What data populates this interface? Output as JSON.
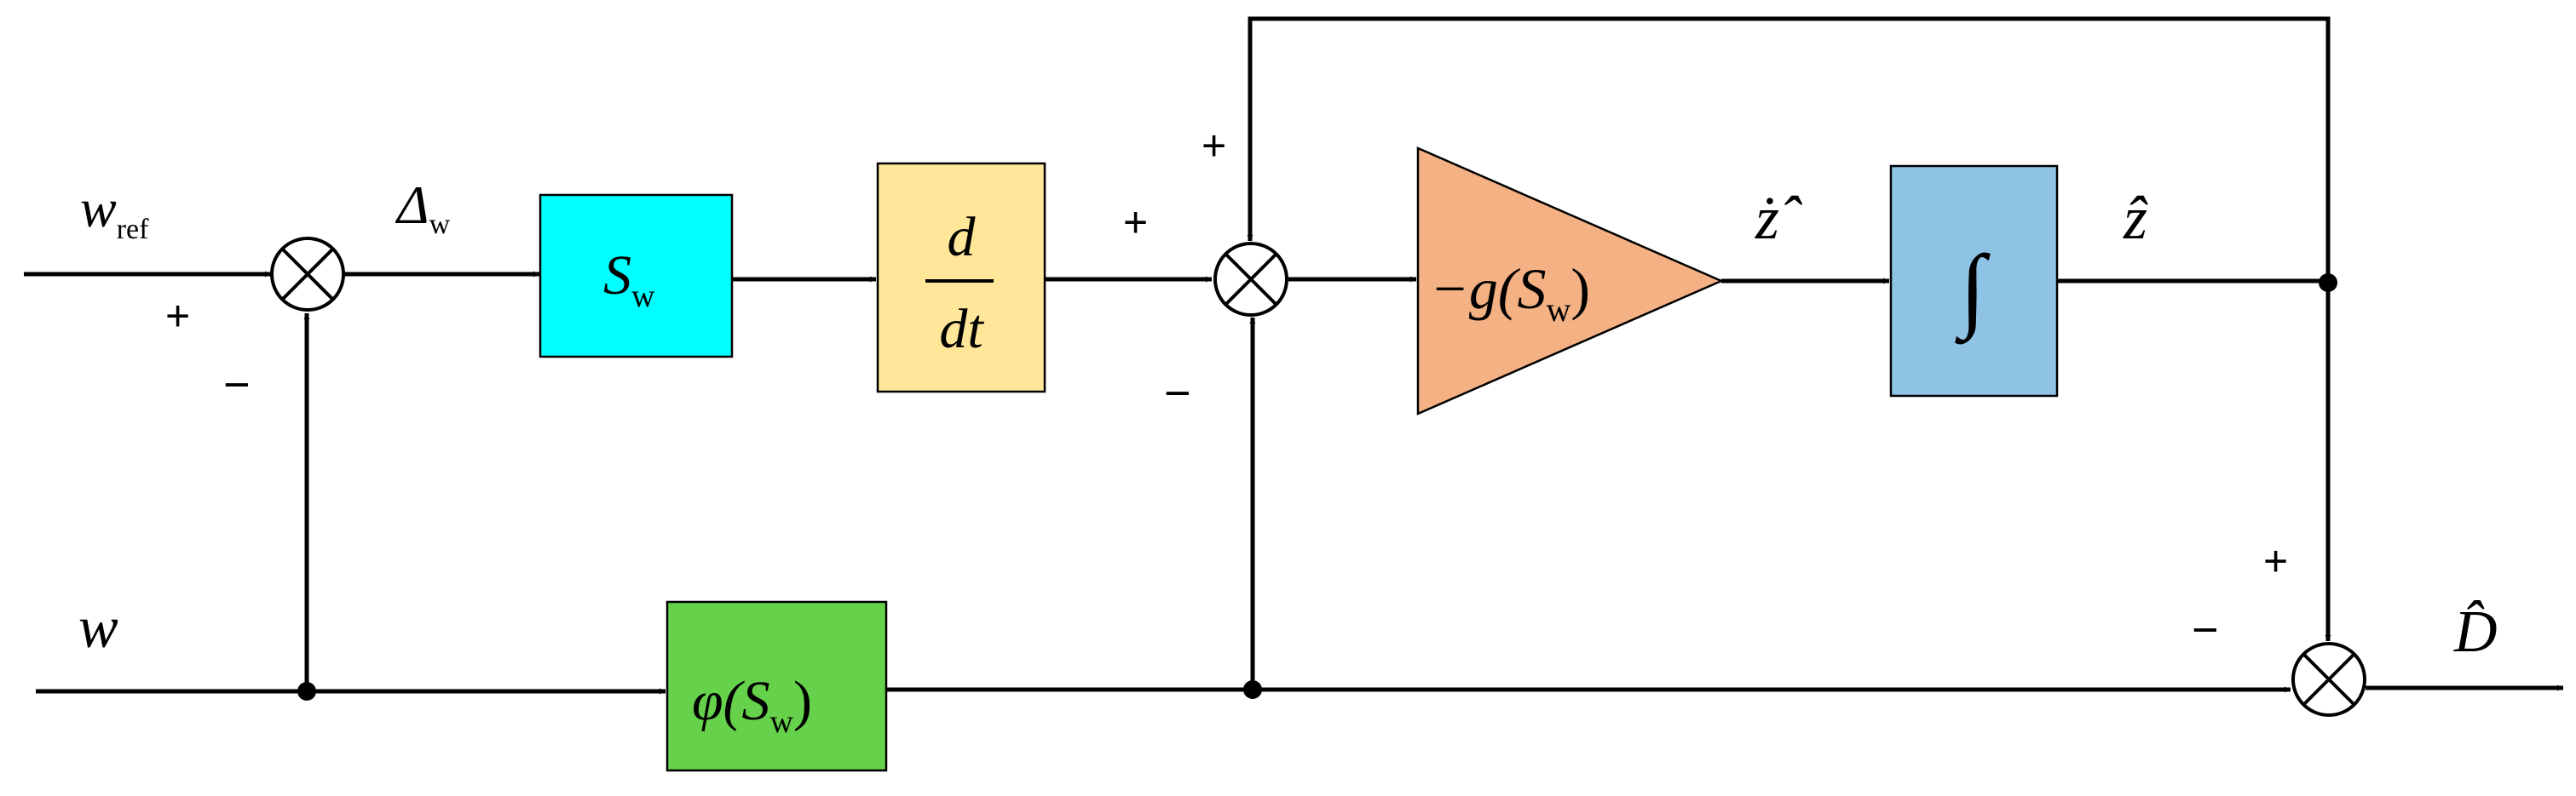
{
  "signals": {
    "w_ref_main": "w",
    "w_ref_sub": "ref",
    "w": "w",
    "delta_main": "Δ",
    "delta_sub": "w",
    "z_dot_hat": "ż̂",
    "z_hat": "ẑ",
    "d_hat": "D̂"
  },
  "blocks": {
    "sw": {
      "main": "S",
      "sub": "w",
      "color": "#00FFFF"
    },
    "deriv": {
      "num": "d",
      "den": "dt",
      "color": "#FFE699"
    },
    "gain": {
      "prefix": "−g(",
      "main": "S",
      "sub": "w",
      "suffix": ")",
      "color": "#F4B183"
    },
    "integ": {
      "symbol": "∫",
      "color": "#8FC3E6"
    },
    "phi": {
      "prefix": "φ(",
      "main": "S",
      "sub": "w",
      "suffix": ")",
      "color": "#66D14A"
    }
  },
  "signs": {
    "sj1_plus": "+",
    "sj1_minus": "−",
    "sj2_plus_left": "+",
    "sj2_plus_top": "+",
    "sj2_minus": "−",
    "sj3_plus": "+",
    "sj3_minus": "−"
  }
}
